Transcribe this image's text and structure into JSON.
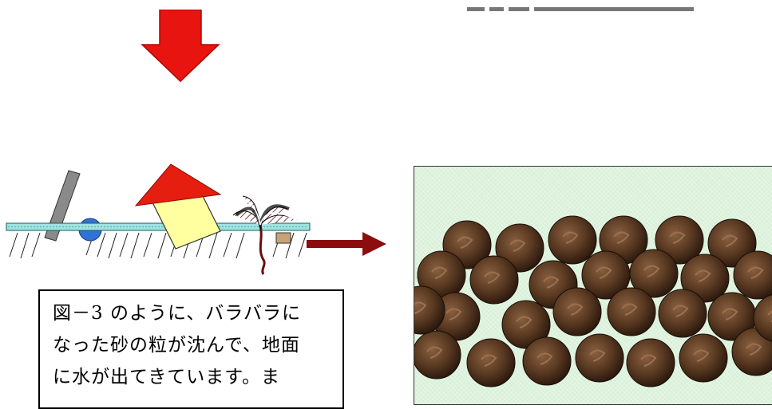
{
  "caption": {
    "lines": [
      "図－3 のように、バラバラに",
      "なった砂の粒が沈んで、地面",
      "に水が出てきています。ま"
    ]
  },
  "colors": {
    "down_arrow": "#e8140f",
    "right_arrow": "#8b0d0d",
    "water": "#d9f0d9",
    "house_roof": "#e51e10",
    "house_body": "#ffffa0",
    "pole": "#8a8a8a",
    "ball": "#2f73d8",
    "ground_strip": "#9fe3e0",
    "sand_grain": "#5a3a22"
  }
}
